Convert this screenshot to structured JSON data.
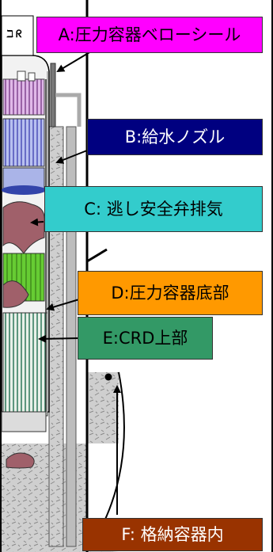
{
  "labels": {
    "a": {
      "text": "A:圧力容器ベローシール",
      "bg": "#ff00ff",
      "fg": "#000000"
    },
    "b": {
      "text": "B:給水ノズル",
      "bg": "#000080",
      "fg": "#ffffff"
    },
    "c": {
      "text": "C: 逃し安全弁排気",
      "bg": "#33cccc",
      "fg": "#000000"
    },
    "d": {
      "text": "D:圧力容器底部",
      "bg": "#ff9900",
      "fg": "#000000"
    },
    "e": {
      "text": "E:CRD上部",
      "bg": "#339966",
      "fg": "#000000"
    },
    "f": {
      "text": "F: 格納容器内",
      "bg": "#993300",
      "fg": "#ffffff"
    }
  },
  "colors": {
    "concrete": "#c8c8c8",
    "core_fuel": "#66cc33",
    "core_top": "#cc66cc",
    "debris": "#a0606a",
    "steel_blue": "#3333aa",
    "light_blue": "#aab4e8"
  }
}
